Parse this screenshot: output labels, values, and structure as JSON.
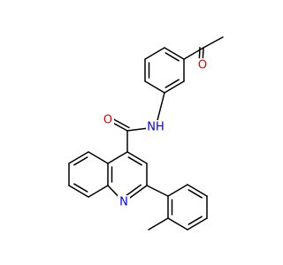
{
  "molecule": {
    "atoms": {
      "oxygen_ketone": {
        "symbol": "O",
        "color": "#e00000"
      },
      "oxygen_amide": {
        "symbol": "O",
        "color": "#e00000"
      },
      "nitrogen_amide": {
        "symbol": "NH",
        "color": "#0000ff"
      },
      "nitrogen_ring": {
        "symbol": "N",
        "color": "#0000ff"
      }
    },
    "bond_color": "#000000"
  }
}
